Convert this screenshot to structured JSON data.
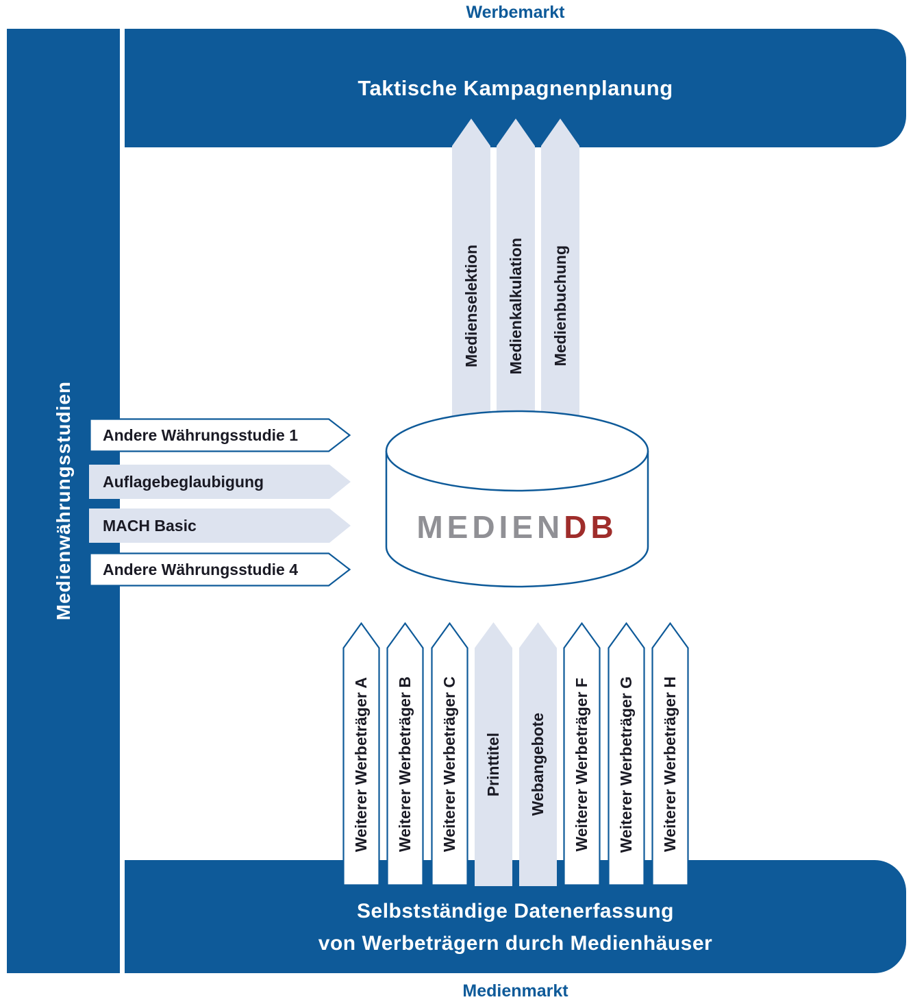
{
  "colors": {
    "primary_blue": "#0e5a99",
    "arrow_light_fill": "#dde3ef",
    "arrow_label_dark": "#1a1a24",
    "logo_gray": "#909095",
    "logo_red": "#9f2d2b",
    "white": "#ffffff"
  },
  "labels": {
    "top_market": "Werbemarkt",
    "bottom_market": "Medienmarkt"
  },
  "left_bar": {
    "label": "Medienwährungsstudien"
  },
  "top_bar": {
    "title": "Taktische Kampagnenplanung"
  },
  "bottom_bar": {
    "line1": "Selbstständige Datenerfassung",
    "line2": "von Werbeträgern durch Medienhäuser"
  },
  "database": {
    "name_part1": "MEDIEN",
    "name_part2": "DB"
  },
  "arrows_top": [
    {
      "label": "Medienselektion"
    },
    {
      "label": "Medienkalkulation"
    },
    {
      "label": "Medienbuchung"
    }
  ],
  "arrows_left": [
    {
      "label": "Andere Währungsstudie 1",
      "style": "outline"
    },
    {
      "label": "Auflagebeglaubigung",
      "style": "fill"
    },
    {
      "label": "MACH Basic",
      "style": "fill"
    },
    {
      "label": "Andere Währungsstudie 4",
      "style": "outline"
    }
  ],
  "arrows_bottom": [
    {
      "label": "Weiterer Werbeträger A",
      "style": "outline"
    },
    {
      "label": "Weiterer Werbeträger B",
      "style": "outline"
    },
    {
      "label": "Weiterer Werbeträger C",
      "style": "outline"
    },
    {
      "label": "Printtitel",
      "style": "fill"
    },
    {
      "label": "Webangebote",
      "style": "fill"
    },
    {
      "label": "Weiterer Werbeträger F",
      "style": "outline"
    },
    {
      "label": "Weiterer Werbeträger G",
      "style": "outline"
    },
    {
      "label": "Weiterer Werbeträger H",
      "style": "outline"
    }
  ]
}
